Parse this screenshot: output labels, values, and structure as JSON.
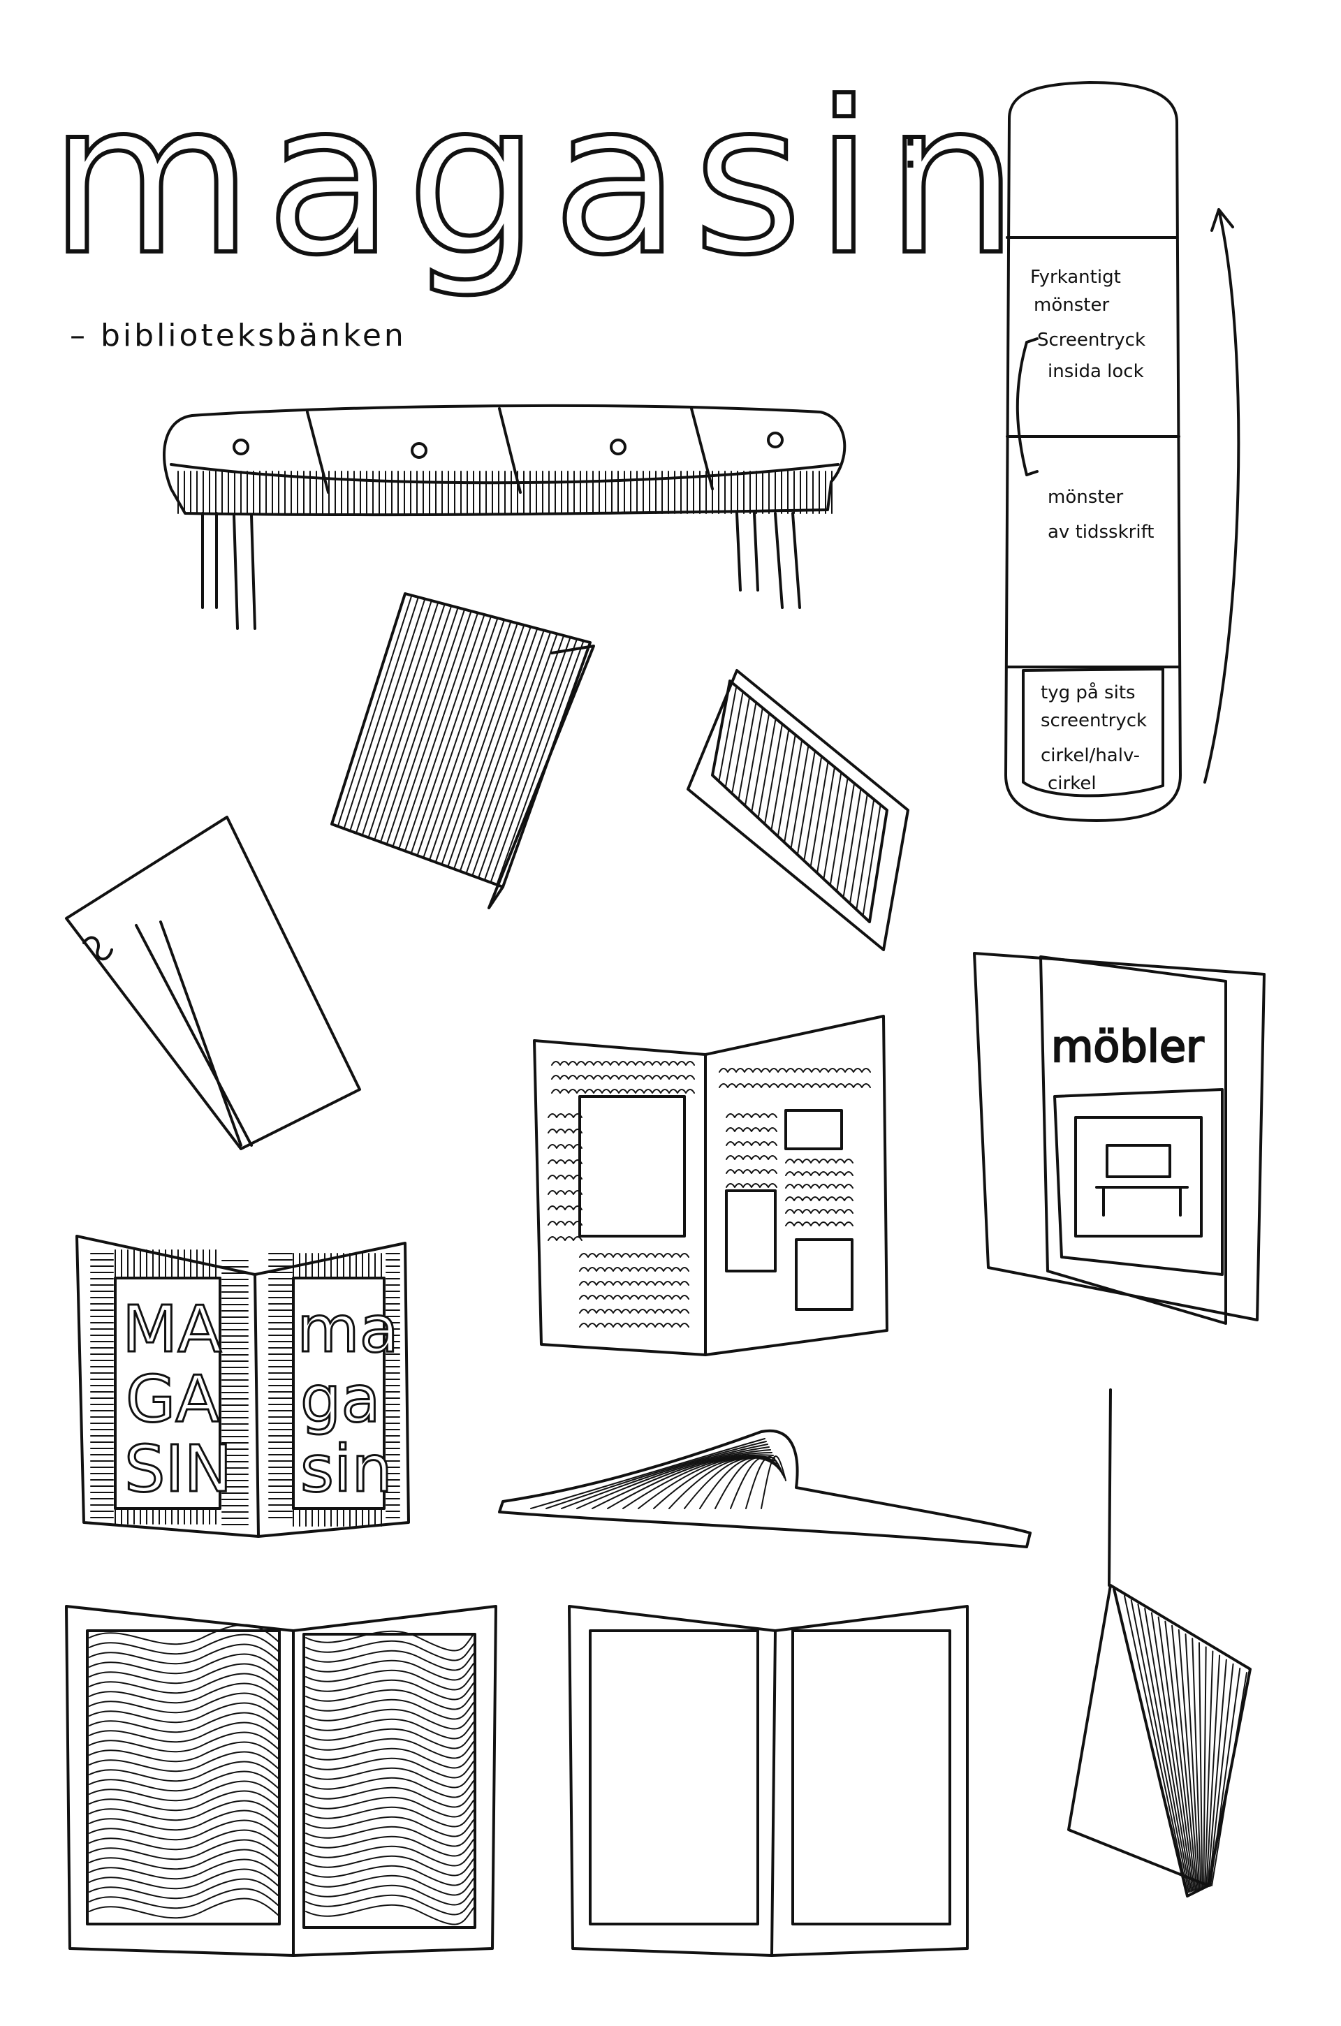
{
  "title": "magasin",
  "title_colon": ":",
  "subtitle": "– biblioteksbänken",
  "bench_plan": {
    "note1_line1": "Fyrkantigt",
    "note1_line2": "mönster",
    "note1_line3": "Screentryck",
    "note1_line4": "insida lock",
    "note2_line1": "mönster",
    "note2_line2": "av tidsskrift",
    "note3_line1": "tyg på sits",
    "note3_line2": "screentryck",
    "note3_line3": "cirkel/halv-",
    "note3_line4": "cirkel"
  },
  "sketch_magasin": {
    "left_line1": "MA",
    "left_line2": "GA",
    "left_line3": "SIN",
    "right_line1": "ma",
    "right_line2": "ga",
    "right_line3": "sin"
  },
  "sketch_mobler": {
    "label": "möbler"
  },
  "colors": {
    "ink": "#111111",
    "paper": "#ffffff"
  }
}
